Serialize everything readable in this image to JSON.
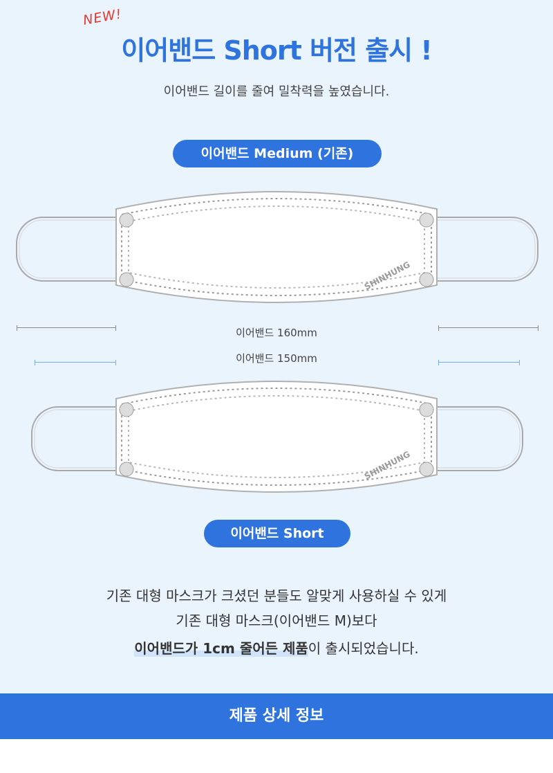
{
  "header": {
    "new_tag": "NEW!",
    "title": "이어밴드 Short 버전 출시 !",
    "subtitle": "이어밴드 길이를 줄여 밀착력을 높였습니다."
  },
  "labels": {
    "medium_pill": "이어밴드 Medium (기존)",
    "short_pill": "이어밴드 Short",
    "length_medium": "이어밴드 160mm",
    "length_short": "이어밴드 150mm",
    "brand_print": "SHINHUNG"
  },
  "description": {
    "line1": "기존 대형 마스크가 크셨던 분들도 알맞게 사용하실 수 있게",
    "line2": "기존 대형 마스크(이어밴드 M)보다",
    "line3_highlight": "이어밴드가 1cm 줄어든 제품",
    "line3_rest": "이 출시되었습니다."
  },
  "footer": {
    "section_title": "제품 상세 정보"
  },
  "colors": {
    "background": "#eaf4fd",
    "accent_blue": "#2f74de",
    "new_red": "#e8382f",
    "highlight": "#cfe4fb"
  }
}
